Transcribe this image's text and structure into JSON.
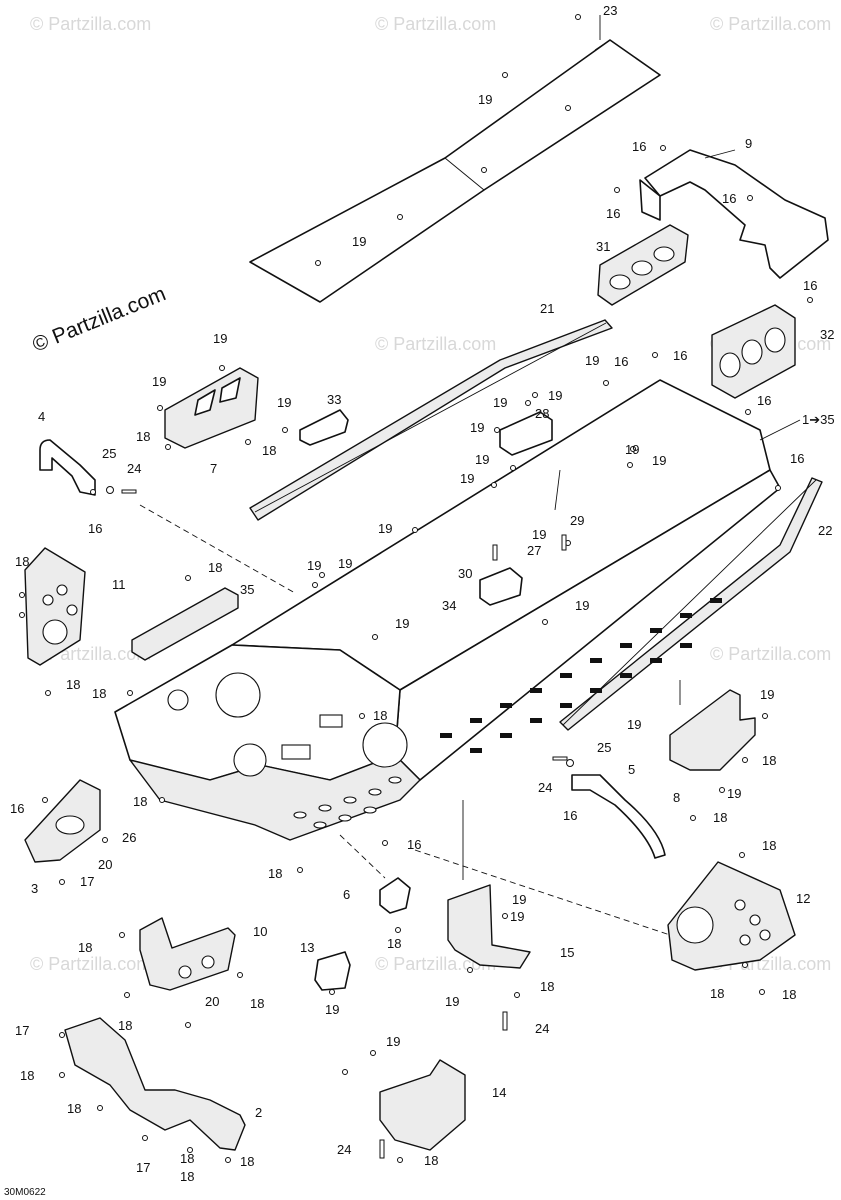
{
  "copyright": "© Partzilla.com",
  "watermark": "© Partzilla.com",
  "drawing_code": "30M0622",
  "callouts": {
    "c1": "1➔35",
    "c2": "2",
    "c3": "3",
    "c4": "4",
    "c5": "5",
    "c6": "6",
    "c7": "7",
    "c8": "8",
    "c9": "9",
    "c10": "10",
    "c11": "11",
    "c12": "12",
    "c13": "13",
    "c14": "14",
    "c15": "15",
    "c16": "16",
    "c17": "17",
    "c18": "18",
    "c19": "19",
    "c20": "20",
    "c21": "21",
    "c22": "22",
    "c23": "23",
    "c24": "24",
    "c25": "25",
    "c26": "26",
    "c27": "27",
    "c28": "28",
    "c29": "29",
    "c30": "30",
    "c31": "31",
    "c32": "32",
    "c33": "33",
    "c34": "34",
    "c35": "35"
  }
}
